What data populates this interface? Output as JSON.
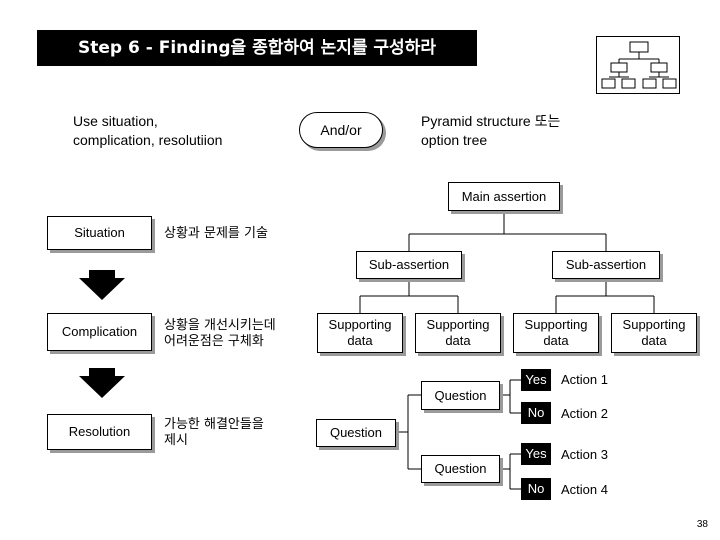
{
  "title": "Step 6 - Finding을 종합하여 논지를 구성하라",
  "intro": {
    "left_text": "Use situation,\ncomplication, resolutiion",
    "andor": "And/or",
    "right_text": "Pyramid structure 또는\noption tree"
  },
  "flow": {
    "situation": "Situation",
    "situation_desc": "상황과 문제를 기술",
    "complication": "Complication",
    "complication_desc": "상황을 개선시키는데\n어려운점은 구체화",
    "resolution": "Resolution",
    "resolution_desc": "가능한 해결안들을\n제시"
  },
  "pyramid": {
    "main": "Main assertion",
    "sub1": "Sub-assertion",
    "sub2": "Sub-assertion",
    "support1": "Supporting\ndata",
    "support2": "Supporting\ndata",
    "support3": "Supporting\ndata",
    "support4": "Supporting\ndata"
  },
  "option_tree": {
    "root": "Question",
    "q1": "Question",
    "q2": "Question",
    "yes1": "Yes",
    "no1": "No",
    "yes2": "Yes",
    "no2": "No",
    "action1": "Action 1",
    "action2": "Action 2",
    "action3": "Action 3",
    "action4": "Action 4"
  },
  "page_number": "38",
  "icon": "org-chart-icon"
}
